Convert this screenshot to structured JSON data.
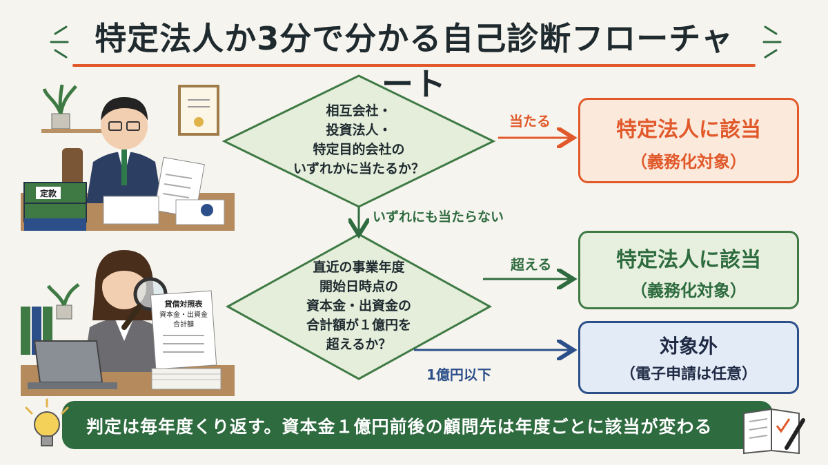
{
  "title": "特定法人か3分で分かる自己診断フローチャート",
  "question1": {
    "lines": [
      "相互会社・",
      "投資法人・",
      "特定目的会社の",
      "いずれかに当たるか？"
    ]
  },
  "question2": {
    "lines": [
      "直近の事業年度",
      "開始日時点の",
      "資本金・出資金の",
      "合計額が１億円を",
      "超えるか？"
    ]
  },
  "arrows": {
    "q1_yes": "当たる",
    "q1_no": "いずれにも当たらない",
    "q2_yes": "超える",
    "q2_no": "1億円以下"
  },
  "results": {
    "r1": {
      "line1": "特定法人に該当",
      "line2": "（義務化対象）"
    },
    "r2": {
      "line1": "特定法人に該当",
      "line2": "（義務化対象）"
    },
    "r3": {
      "line1": "対象外",
      "line2": "（電子申請は任意）"
    }
  },
  "illustration": {
    "binder_label": "定款",
    "doc_lines": [
      "貸借対照表",
      "資本金・出資金",
      "合計額"
    ]
  },
  "footer": "判定は毎年度くり返す。資本金１億円前後の顧問先は年度ごとに該当が変わる",
  "colors": {
    "orange": "#e1592a",
    "green": "#2e6b3f",
    "blue": "#2c4f8a",
    "diamond_fill": "#e4eedb",
    "diamond_stroke": "#3f7a45"
  }
}
